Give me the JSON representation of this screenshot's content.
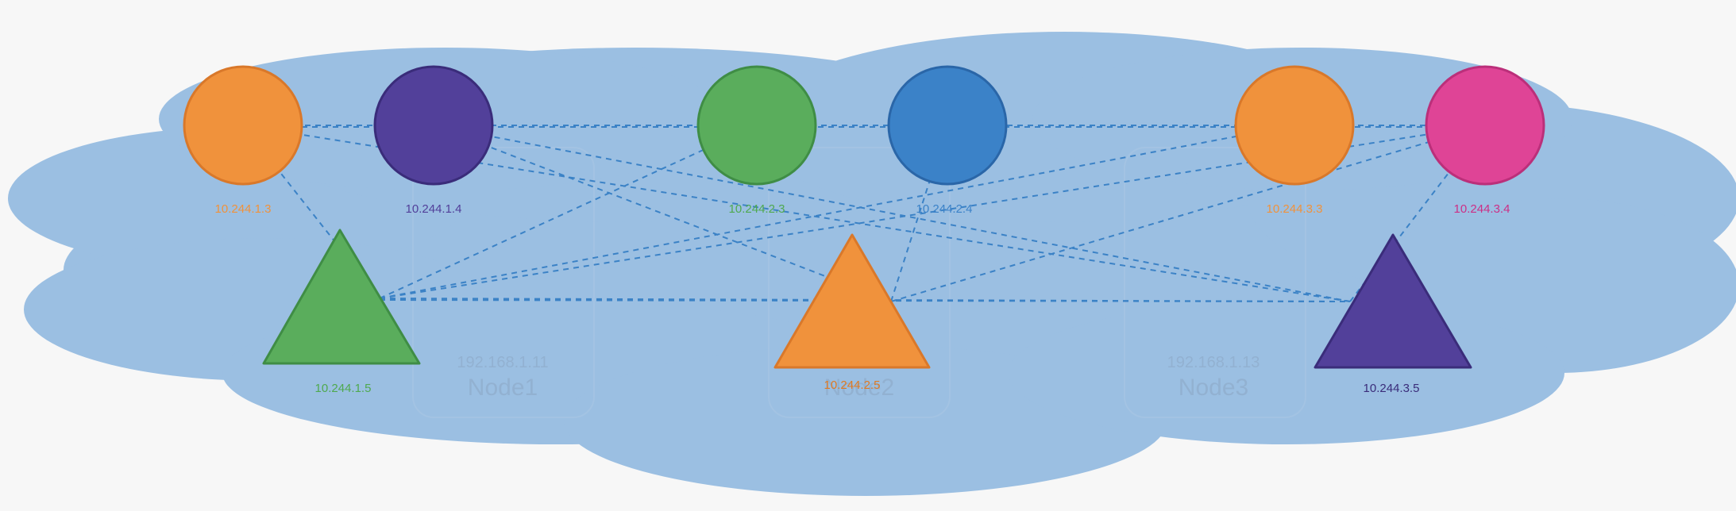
{
  "colors": {
    "cloud": "#9bbfe2",
    "link": "#3b82c6",
    "node_box": "#a9c6e4"
  },
  "nodes": [
    {
      "id": "node1",
      "ip": "192.168.1.11",
      "name": "Node1"
    },
    {
      "id": "node2",
      "ip": "",
      "name": "Node2"
    },
    {
      "id": "node3",
      "ip": "192.168.1.13",
      "name": "Node3"
    }
  ],
  "pods": [
    {
      "id": "pod-1-3",
      "shape": "circle",
      "fill": "#f0923c",
      "stroke": "#d9782a",
      "label": "10.244.1.3"
    },
    {
      "id": "pod-1-4",
      "shape": "circle",
      "fill": "#52409a",
      "stroke": "#3a2c7a",
      "label": "10.244.1.4"
    },
    {
      "id": "pod-2-3",
      "shape": "circle",
      "fill": "#5aad5c",
      "stroke": "#3f8d45",
      "label": "10.244.2.3"
    },
    {
      "id": "pod-2-4",
      "shape": "circle",
      "fill": "#3b82c8",
      "stroke": "#2a66a8",
      "label": "10.244.2.4"
    },
    {
      "id": "pod-3-3",
      "shape": "circle",
      "fill": "#f0923c",
      "stroke": "#d9782a",
      "label": "10.244.3.3"
    },
    {
      "id": "pod-3-4",
      "shape": "circle",
      "fill": "#df4496",
      "stroke": "#bb2f7a",
      "label": "10.244.3.4"
    },
    {
      "id": "pod-1-5",
      "shape": "triangle",
      "fill": "#5aad5c",
      "stroke": "#3f8d45",
      "label": "10.244.1.5"
    },
    {
      "id": "pod-2-5",
      "shape": "triangle",
      "fill": "#f0923c",
      "stroke": "#d9782a",
      "label": "10.244.2.5"
    },
    {
      "id": "pod-3-5",
      "shape": "triangle",
      "fill": "#52409a",
      "stroke": "#3a2c7a",
      "label": "10.244.3.5"
    }
  ],
  "label_colors": {
    "pod-1-3": "#f0923c",
    "pod-1-4": "#52409a",
    "pod-2-3": "#4fa94f",
    "pod-2-4": "#3b82c8",
    "pod-3-3": "#f0923c",
    "pod-3-4": "#cc2f86",
    "pod-1-5": "#4fa94f",
    "pod-2-5": "#e07a22",
    "pod-3-5": "#3a2c7a"
  },
  "links": [
    [
      "pod-1-3",
      "pod-3-4"
    ],
    [
      "pod-1-3",
      "pod-3-5"
    ],
    [
      "pod-1-3",
      "pod-1-5"
    ],
    [
      "pod-1-4",
      "pod-2-5"
    ],
    [
      "pod-1-5",
      "pod-2-3"
    ],
    [
      "pod-1-5",
      "pod-3-3"
    ],
    [
      "pod-1-5",
      "pod-3-4"
    ],
    [
      "pod-1-5",
      "pod-3-5"
    ],
    [
      "pod-2-5",
      "pod-2-4"
    ],
    [
      "pod-2-5",
      "pod-3-4"
    ],
    [
      "pod-3-5",
      "pod-3-4"
    ],
    [
      "pod-1-4",
      "pod-3-5"
    ]
  ]
}
